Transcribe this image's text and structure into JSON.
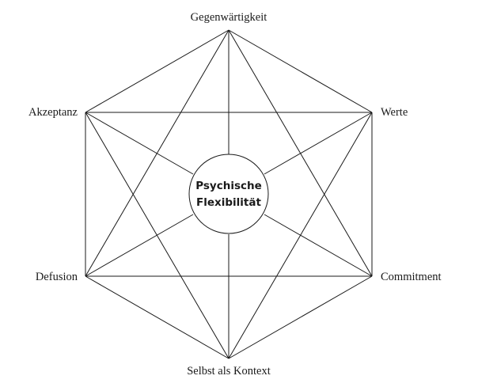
{
  "diagram": {
    "center": {
      "line1": "Psychische",
      "line2": "Flexibilität"
    },
    "nodes": {
      "top": "Gegenwärtigkeit",
      "upper_right": "Werte",
      "lower_right": "Commitment",
      "bottom": "Selbst als Kontext",
      "lower_left": "Defusion",
      "upper_left": "Akzeptanz"
    }
  }
}
